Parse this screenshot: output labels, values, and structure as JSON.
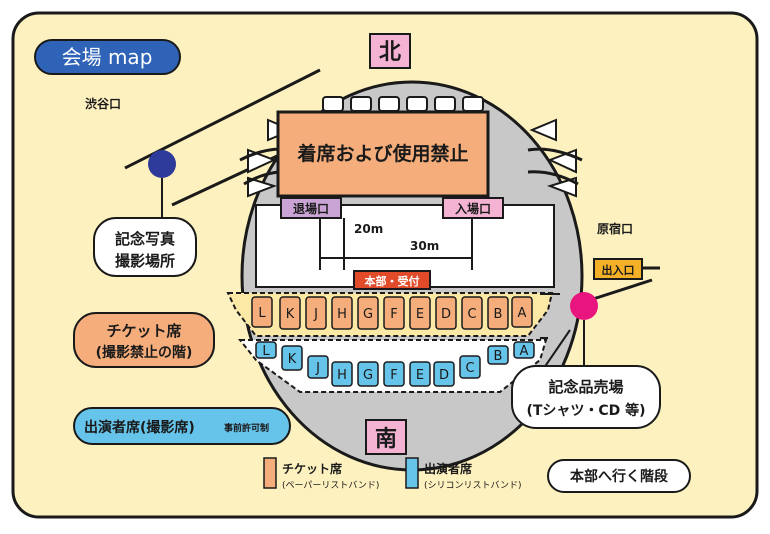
{
  "title": "会場 map",
  "colors": {
    "bg": "#fdf1bf",
    "frame": "#1a1a1a",
    "arena": "#c8c8c8",
    "field": "#ffffff",
    "stage": "#f5ae7b",
    "pink": "#f5b3d4",
    "purple": "#c9a4d4",
    "red": "#e14b2a",
    "ticket": "#f5ae7b",
    "performer": "#66c4ea",
    "pillDark": "#2f63b8",
    "pillBlue": "#66c4ea",
    "photo": "#2f3b9a",
    "goods": "#e8157f",
    "exit": "#f4b128"
  },
  "compass": {
    "north": "北",
    "south": "南"
  },
  "gates": {
    "shibuya": "渋谷口",
    "harajuku": "原宿口"
  },
  "stage": {
    "label": "着席および使用禁止"
  },
  "exits": {
    "exit": "退場口",
    "entry": "入場口",
    "gate_exit": "出入口"
  },
  "dimensions": {
    "vertical": "20m",
    "horizontal": "30m"
  },
  "reception": "本部・受付",
  "ticket_rows": [
    "A",
    "B",
    "C",
    "D",
    "E",
    "F",
    "G",
    "H",
    "J",
    "K",
    "L"
  ],
  "performer_rows": [
    "A",
    "B",
    "C",
    "D",
    "E",
    "F",
    "G",
    "H",
    "J",
    "K",
    "L"
  ],
  "callouts": {
    "photo_line1": "記念写真",
    "photo_line2": "撮影場所",
    "ticket_line1": "チケット席",
    "ticket_line2": "(撮影禁止の階)",
    "performer_main": "出演者席(撮影席)",
    "performer_note": "事前許可制",
    "goods_line1": "記念品売場",
    "goods_line2": "(Tシャツ・CD 等)",
    "stairs": "本部へ行く階段"
  },
  "legend": {
    "ticket_title": "チケット席",
    "ticket_sub": "(ペーパーリストバンド)",
    "performer_title": "出演者席",
    "performer_sub": "(シリコンリストバンド)"
  }
}
